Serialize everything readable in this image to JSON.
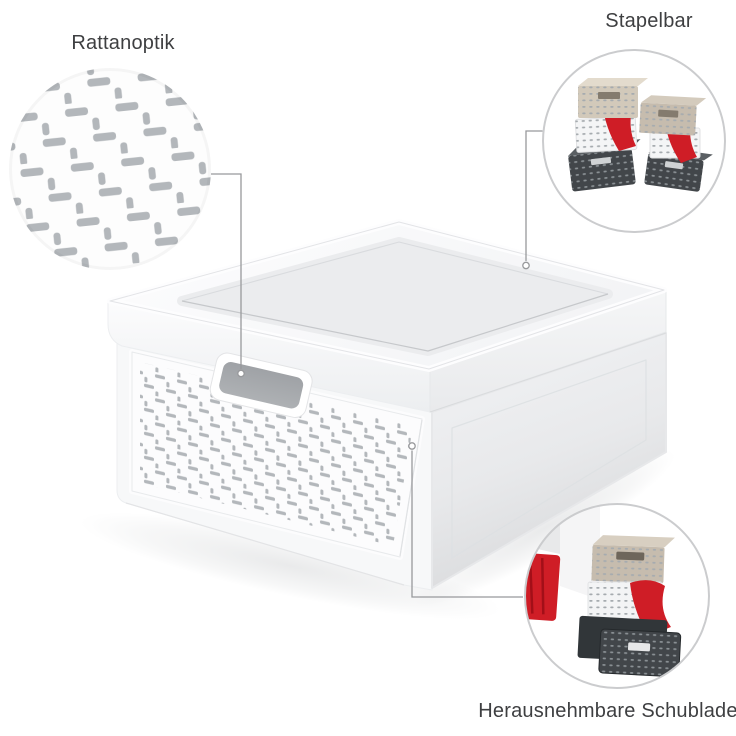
{
  "background": "#ffffff",
  "callouts": [
    {
      "id": "rattan",
      "label": "Rattanoptik"
    },
    {
      "id": "stackable",
      "label": "Stapelbar"
    },
    {
      "id": "removable-drawer",
      "label": "Herausnehmbare Schublade"
    }
  ],
  "colors": {
    "page_bg": "#ffffff",
    "label_text": "#3e3f41",
    "leader_line": "#98999c",
    "detail_ring": "#cbccce",
    "box_white": "#fbfbfc",
    "lid_panel": "#ebecee",
    "weave_slot": "#b3b7bb",
    "handle_gray": "#a6a9ad",
    "photo_red": "#cf1d26",
    "photo_beige": "#d2c9ba",
    "photo_taupe": "#c6bcae",
    "photo_dark": "#42464a"
  }
}
